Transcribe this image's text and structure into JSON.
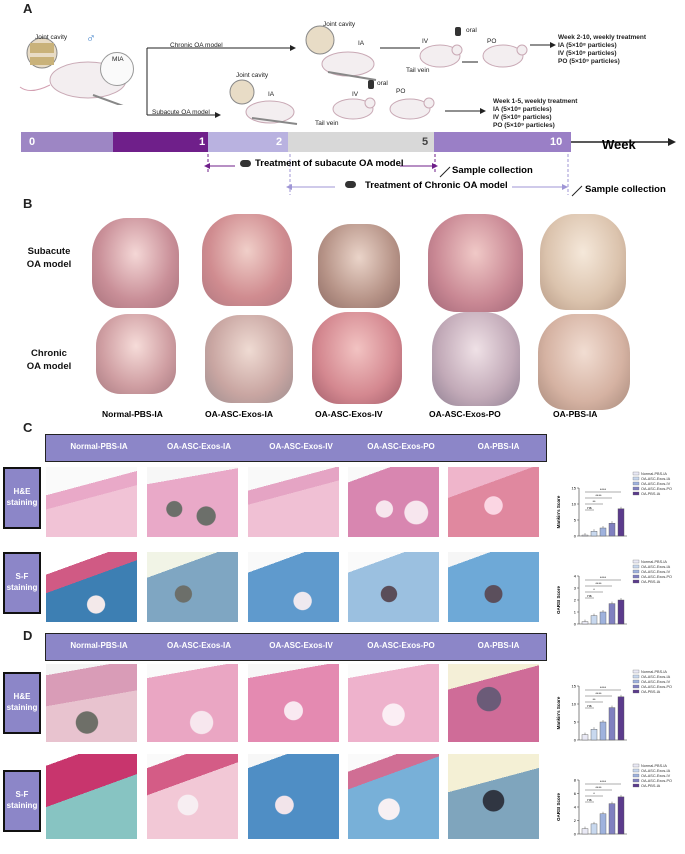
{
  "panels": {
    "a": "A",
    "b": "B",
    "c": "C",
    "d": "D"
  },
  "panel_a": {
    "joint_cavity_1": "Joint cavity",
    "joint_cavity_2": "Joint cavity",
    "joint_cavity_3": "Joint cavity",
    "mia_label": "MIA",
    "chronic_model": "Chronic OA model",
    "subacute_model": "Subacute OA model",
    "ia_1": "IA",
    "iv_1": "IV",
    "po_1": "PO",
    "oral_1": "oral",
    "tail_vein_1": "Tail vein",
    "ia_2": "IA",
    "iv_2": "IV",
    "po_2": "PO",
    "oral_2": "oral",
    "tail_vein_2": "Tail vein",
    "chronic_treatment": [
      "Week 2-10, weekly treatment",
      "IA  (5×10⁸ particles)",
      "IV  (5×10⁹ particles)",
      "PO (5×10⁹ particles)"
    ],
    "subacute_treatment": [
      "Week 1-5, weekly treatment",
      "IA (5×10⁸ particles)",
      "IV (5×10⁹ particles)",
      "PO (5×10⁹ particles)"
    ],
    "timeline_ticks": [
      "0",
      "1",
      "2",
      "5",
      "10"
    ],
    "week_label": "Week",
    "subacute_treatment_label": "Treatment of subacute OA model",
    "sample_collection_1": "Sample collection",
    "chronic_treatment_label": "Treatment of Chronic OA model",
    "sample_collection_2": "Sample collection",
    "colors": {
      "seg0": "#9d86c4",
      "seg1": "#6f1f8a",
      "seg2": "#b9b2e0",
      "seg3": "#d8d8d8",
      "seg4": "#9a7fc6"
    }
  },
  "panel_b": {
    "row1": [
      "Subacute",
      "OA model"
    ],
    "row2": [
      "Chronic",
      "OA model"
    ],
    "groups": [
      "Normal-PBS-IA",
      "OA-ASC-Exos-IA",
      "OA-ASC-Exos-IV",
      "OA-ASC-Exos-PO",
      "OA-PBS-IA"
    ]
  },
  "panel_c": {
    "headers": [
      "Normal-PBS-IA",
      "OA-ASC-Exos-IA",
      "OA-ASC-Exos-IV",
      "OA-ASC-Exos-PO",
      "OA-PBS-IA"
    ],
    "he": [
      "H&E",
      "staining"
    ],
    "sf": [
      "S-F",
      "staining"
    ]
  },
  "panel_d": {
    "headers": [
      "Normal-PBS-IA",
      "OA-ASC-Exos-IA",
      "OA-ASC-Exos-IV",
      "OA-ASC-Exos-PO",
      "OA-PBS-IA"
    ],
    "he": [
      "H&E",
      "staining"
    ],
    "sf": [
      "S-F",
      "staining"
    ]
  },
  "chart_data": [
    {
      "type": "bar",
      "ylabel": "Mankin's Score",
      "ylim": [
        0,
        15
      ],
      "yticks": [
        "0",
        "5",
        "10",
        "15"
      ],
      "categories": [
        "Normal-PBS-IA",
        "OA-ASC-Exos-IA",
        "OA-ASC-Exos-IV",
        "OA-ASC-Exos-PO",
        "OA-PBS-IA"
      ],
      "values": [
        0.3,
        1.5,
        2.5,
        4,
        8.5
      ],
      "sig": [
        "ns",
        "**",
        "****",
        "****"
      ],
      "colors": [
        "#e9e9f5",
        "#c8d8ee",
        "#9fb2dd",
        "#8080c0",
        "#5b3b8c"
      ]
    },
    {
      "type": "bar",
      "ylabel": "OARSI Score",
      "ylim": [
        0,
        4
      ],
      "yticks": [
        "0",
        "1",
        "2",
        "3",
        "4"
      ],
      "categories": [
        "Normal-PBS-IA",
        "OA-ASC-Exos-IA",
        "OA-ASC-Exos-IV",
        "OA-ASC-Exos-PO",
        "OA-PBS-IA"
      ],
      "values": [
        0.2,
        0.7,
        1.0,
        1.7,
        2.0
      ],
      "sig": [
        "ns",
        "*",
        "****",
        "****"
      ],
      "colors": [
        "#e9e9f5",
        "#c8d8ee",
        "#9fb2dd",
        "#8080c0",
        "#5b3b8c"
      ]
    },
    {
      "type": "bar",
      "ylabel": "Mankin's Score",
      "ylim": [
        0,
        15
      ],
      "yticks": [
        "0",
        "5",
        "10",
        "15"
      ],
      "categories": [
        "Normal-PBS-IA",
        "OA-ASC-Exos-IA",
        "OA-ASC-Exos-IV",
        "OA-ASC-Exos-PO",
        "OA-PBS-IA"
      ],
      "values": [
        1.5,
        3,
        5,
        9,
        12
      ],
      "sig": [
        "ns",
        "**",
        "****",
        "****"
      ],
      "colors": [
        "#e9e9f5",
        "#c8d8ee",
        "#9fb2dd",
        "#8080c0",
        "#5b3b8c"
      ]
    },
    {
      "type": "bar",
      "ylabel": "OARSI Score",
      "ylim": [
        0,
        8
      ],
      "yticks": [
        "0",
        "2",
        "4",
        "6",
        "8"
      ],
      "categories": [
        "Normal-PBS-IA",
        "OA-ASC-Exos-IA",
        "OA-ASC-Exos-IV",
        "OA-ASC-Exos-PO",
        "OA-PBS-IA"
      ],
      "values": [
        0.8,
        1.5,
        3,
        4.5,
        5.5
      ],
      "sig": [
        "ns",
        "*",
        "****",
        "****"
      ],
      "colors": [
        "#e9e9f5",
        "#c8d8ee",
        "#9fb2dd",
        "#8080c0",
        "#5b3b8c"
      ]
    }
  ]
}
